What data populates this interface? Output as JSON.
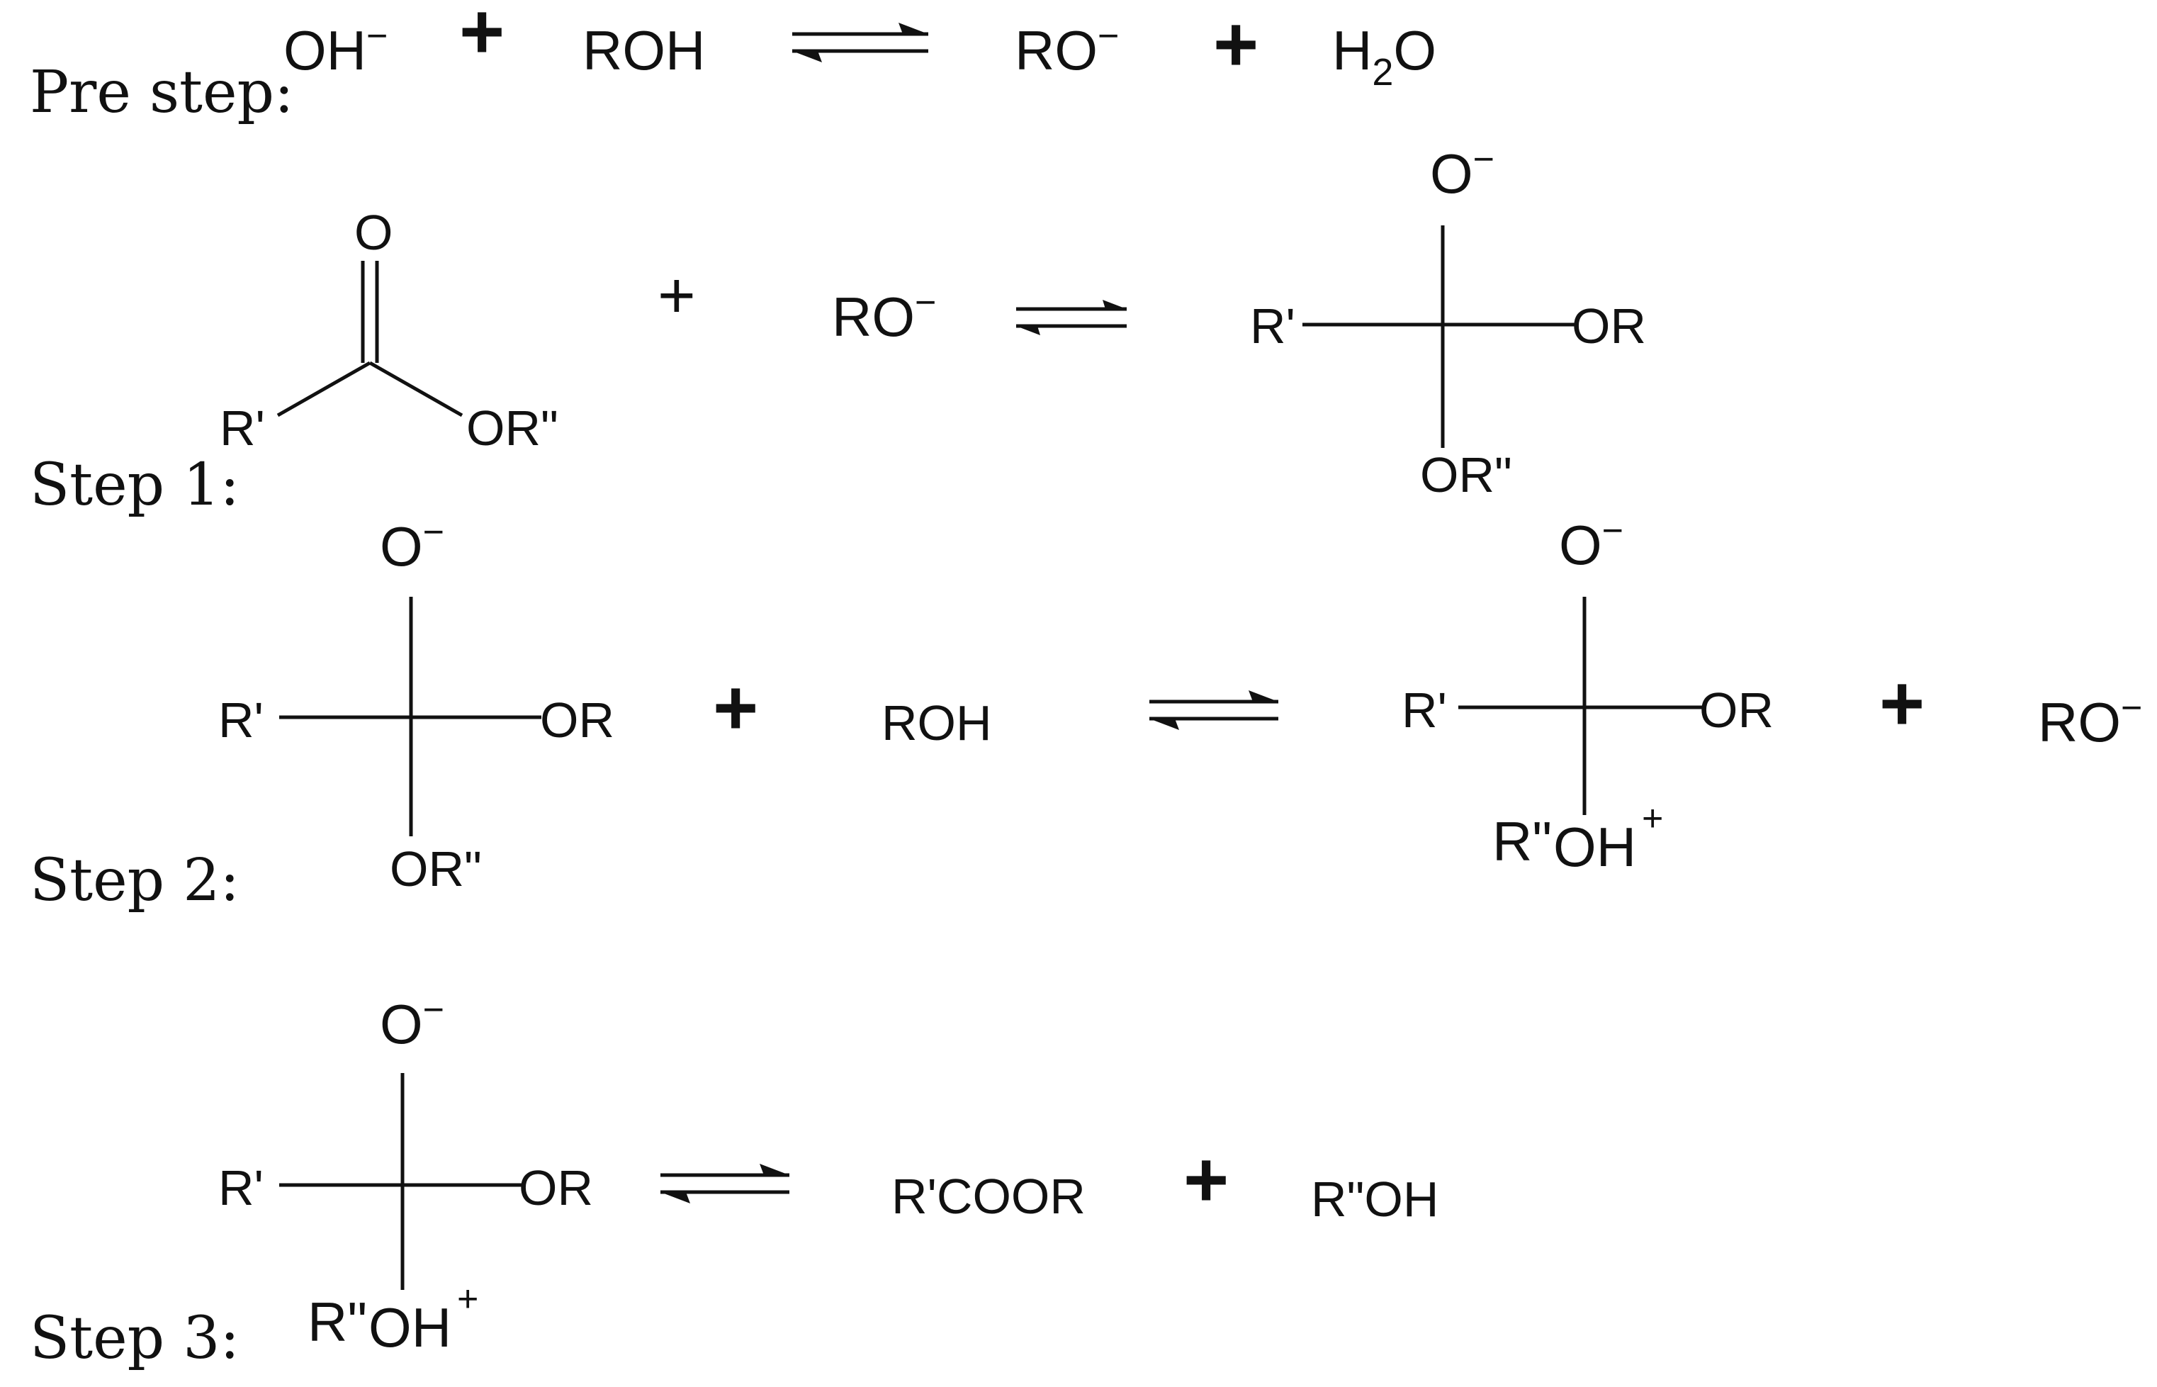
{
  "steps": {
    "pre": {
      "label": "Pre step:",
      "reactant_1": "OH",
      "reactant_1_charge": "−",
      "plus": "+",
      "reactant_2": "ROH",
      "product_1": "RO",
      "product_1_charge": "−",
      "product_2_main": "H",
      "product_2_sub": "2",
      "product_2_end": "O"
    },
    "step1": {
      "label": "Step 1:",
      "ester": {
        "carbonyl_o": "O",
        "r_group": "R'",
        "alkoxy": "OR\""
      },
      "plus": "+",
      "reagent": "RO",
      "reagent_charge": "−",
      "intermediate": {
        "top": "O",
        "top_charge": "−",
        "left": "R'",
        "right": "OR",
        "bottom": "OR\""
      }
    },
    "step2": {
      "label": "Step 2:",
      "intermediate": {
        "top": "O",
        "top_charge": "−",
        "left": "R'",
        "right": "OR",
        "bottom": "OR\""
      },
      "plus": "+",
      "reagent": "ROH",
      "product": {
        "top": "O",
        "top_charge": "−",
        "left": "R'",
        "right": "OR",
        "bottom_r": "R\"",
        "bottom_oh": "OH",
        "bottom_charge": "+"
      },
      "plus_2": "+",
      "product_2": "RO",
      "product_2_charge": "−"
    },
    "step3": {
      "label": "Step 3:",
      "intermediate": {
        "top": "O",
        "top_charge": "−",
        "left": "R'",
        "right": "OR",
        "bottom_r": "R\"",
        "bottom_oh": "OH",
        "bottom_charge": "+"
      },
      "product_1": "R'COOR",
      "plus": "+",
      "product_2": "R\"OH"
    }
  }
}
